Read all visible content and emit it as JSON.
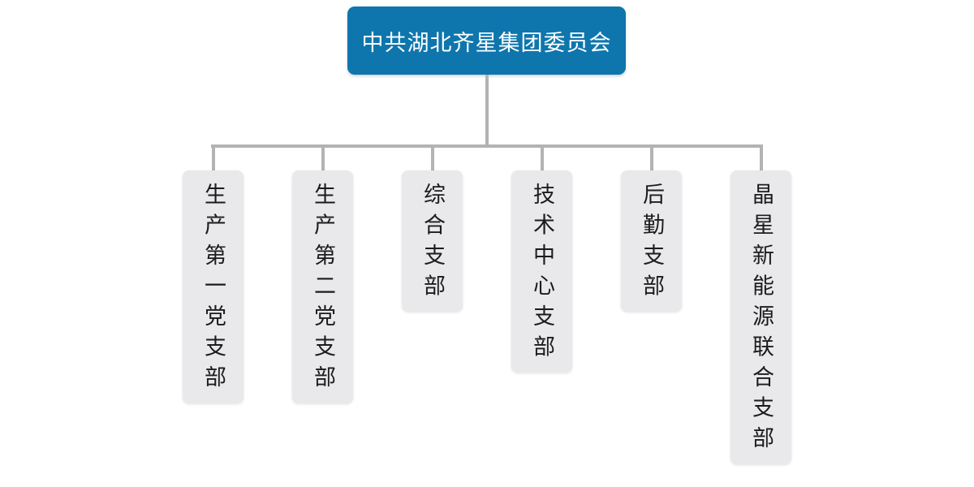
{
  "colors": {
    "canvas_bg": "#ffffff",
    "root_bg": "#0e76ad",
    "root_text": "#ffffff",
    "child_bg": "#e9e9eb",
    "child_text": "#1c1c1c",
    "connector": "#b3b3b3"
  },
  "org_chart": {
    "type": "org-tree",
    "root": {
      "label": "中共湖北齐星集团委员会"
    },
    "children": [
      {
        "label": "生产第一党支部"
      },
      {
        "label": "生产第二党支部"
      },
      {
        "label": "综合支部"
      },
      {
        "label": "技术中心支部"
      },
      {
        "label": "后勤支部"
      },
      {
        "label": "晶星新能源联合支部"
      }
    ]
  }
}
